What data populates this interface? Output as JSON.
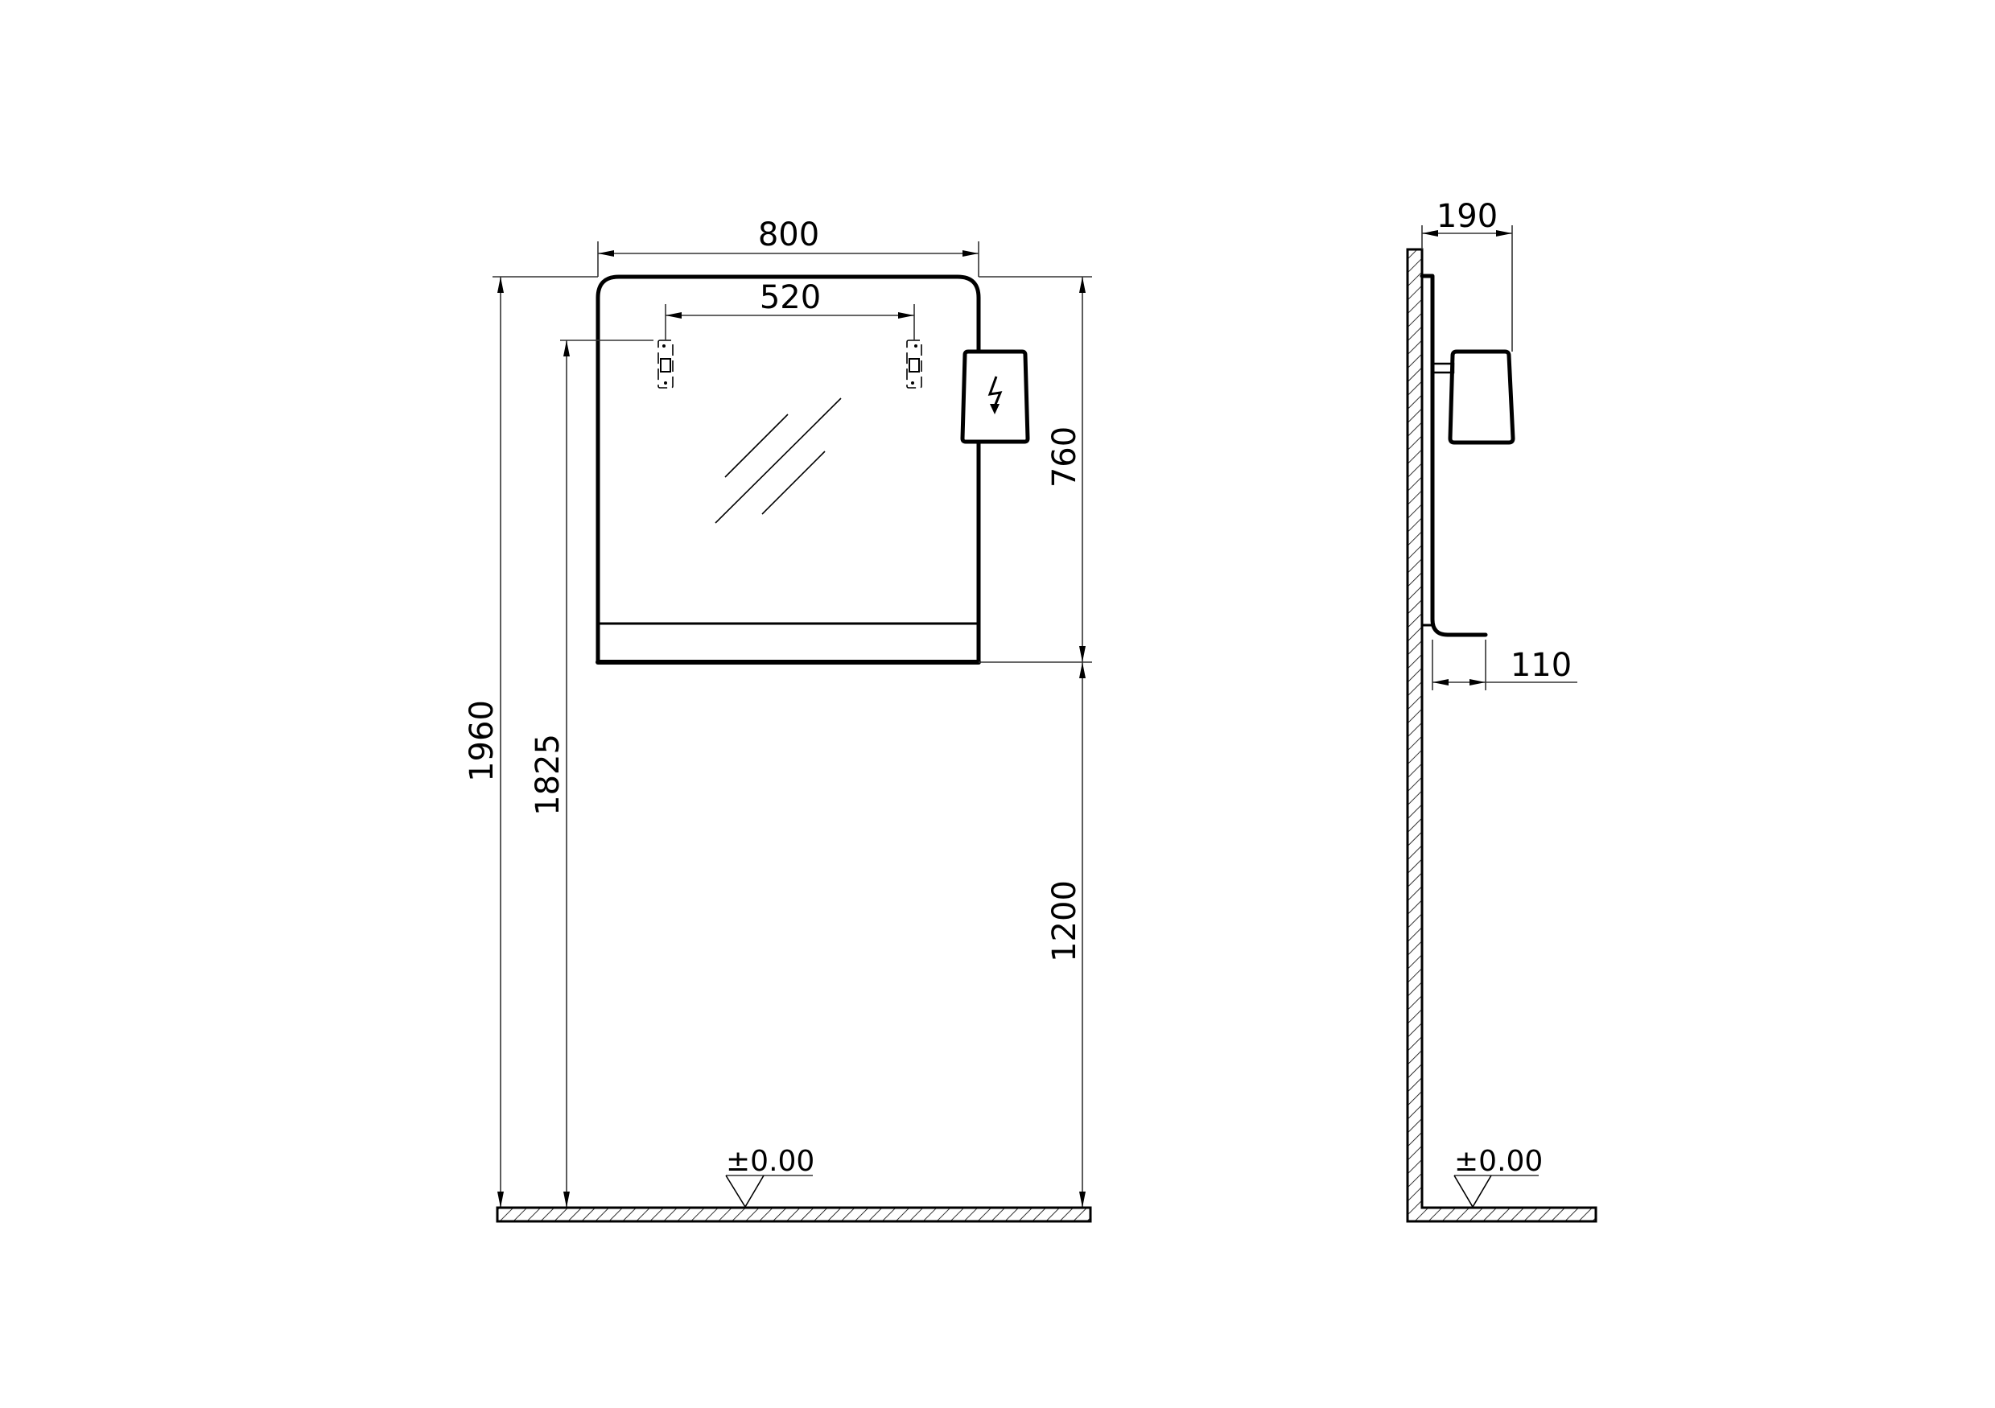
{
  "drawing": {
    "front_view": {
      "dimensions": {
        "mirror_width": "800",
        "bracket_spacing": "520",
        "mirror_height": "760",
        "total_height": "1960",
        "bracket_height": "1825",
        "bottom_height": "1200"
      },
      "floor_level_label": "±0.00",
      "lamp_icon": "lightning-bolt-icon"
    },
    "side_view": {
      "dimensions": {
        "lamp_depth": "190",
        "shelf_depth": "110"
      },
      "floor_level_label": "±0.00"
    },
    "colors": {
      "line": "#000000",
      "background": "#ffffff"
    }
  }
}
